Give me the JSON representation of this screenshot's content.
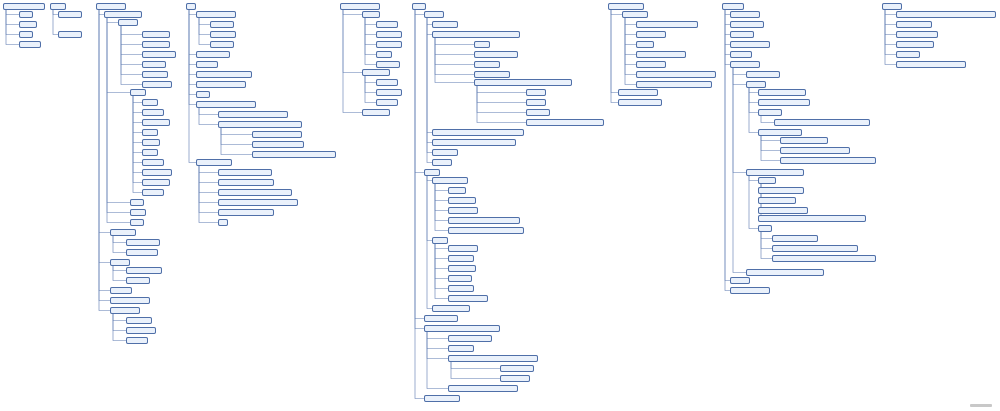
{
  "diagram": {
    "kind": "tree",
    "note": "unreadable",
    "node_style": {
      "fill": "#eaf1fb",
      "stroke": "#4f6fa8",
      "edge": "#5a78b0"
    },
    "nodes": [
      {
        "id": "a0",
        "label": "",
        "unreadable": true
      },
      {
        "id": "a1",
        "label": "",
        "unreadable": true
      },
      {
        "id": "a2",
        "label": "",
        "unreadable": true
      },
      {
        "id": "a3",
        "label": "",
        "unreadable": true
      },
      {
        "id": "a4",
        "label": "",
        "unreadable": true
      },
      {
        "id": "b0",
        "label": "",
        "unreadable": true
      },
      {
        "id": "b1",
        "label": "",
        "unreadable": true
      },
      {
        "id": "b2",
        "label": "",
        "unreadable": true
      },
      {
        "id": "c0",
        "label": "",
        "unreadable": true
      },
      {
        "id": "c1",
        "label": "",
        "unreadable": true
      },
      {
        "id": "c2",
        "label": "",
        "unreadable": true
      },
      {
        "id": "c3",
        "label": "",
        "unreadable": true
      },
      {
        "id": "c4",
        "label": "",
        "unreadable": true
      },
      {
        "id": "c5",
        "label": "",
        "unreadable": true
      },
      {
        "id": "c6",
        "label": "",
        "unreadable": true
      },
      {
        "id": "c7",
        "label": "",
        "unreadable": true
      },
      {
        "id": "c8",
        "label": "",
        "unreadable": true
      },
      {
        "id": "c9",
        "label": "",
        "unreadable": true
      },
      {
        "id": "c10",
        "label": "",
        "unreadable": true
      },
      {
        "id": "c11",
        "label": "",
        "unreadable": true
      },
      {
        "id": "c12",
        "label": "",
        "unreadable": true
      },
      {
        "id": "c13",
        "label": "",
        "unreadable": true
      },
      {
        "id": "c14",
        "label": "",
        "unreadable": true
      },
      {
        "id": "c15",
        "label": "",
        "unreadable": true
      },
      {
        "id": "c16",
        "label": "",
        "unreadable": true
      },
      {
        "id": "c17",
        "label": "",
        "unreadable": true
      },
      {
        "id": "c18",
        "label": "",
        "unreadable": true
      },
      {
        "id": "c19",
        "label": "",
        "unreadable": true
      },
      {
        "id": "c20",
        "label": "",
        "unreadable": true
      },
      {
        "id": "c21",
        "label": "",
        "unreadable": true
      },
      {
        "id": "c22",
        "label": "",
        "unreadable": true
      },
      {
        "id": "c23",
        "label": "",
        "unreadable": true
      },
      {
        "id": "c24",
        "label": "",
        "unreadable": true
      },
      {
        "id": "c25",
        "label": "",
        "unreadable": true
      },
      {
        "id": "c26",
        "label": "",
        "unreadable": true
      },
      {
        "id": "c27",
        "label": "",
        "unreadable": true
      },
      {
        "id": "c28",
        "label": "",
        "unreadable": true
      },
      {
        "id": "c29",
        "label": "",
        "unreadable": true
      },
      {
        "id": "c30",
        "label": "",
        "unreadable": true
      },
      {
        "id": "c31",
        "label": "",
        "unreadable": true
      },
      {
        "id": "c32",
        "label": "",
        "unreadable": true
      },
      {
        "id": "c33",
        "label": "",
        "unreadable": true
      },
      {
        "id": "c34",
        "label": "",
        "unreadable": true
      },
      {
        "id": "c35",
        "label": "",
        "unreadable": true
      },
      {
        "id": "c36",
        "label": "",
        "unreadable": true
      },
      {
        "id": "c37",
        "label": "",
        "unreadable": true
      },
      {
        "id": "c38",
        "label": "",
        "unreadable": true
      },
      {
        "id": "d0",
        "label": "",
        "unreadable": true
      },
      {
        "id": "d1",
        "label": "",
        "unreadable": true
      },
      {
        "id": "d2",
        "label": "",
        "unreadable": true
      },
      {
        "id": "d3",
        "label": "",
        "unreadable": true
      },
      {
        "id": "d4",
        "label": "",
        "unreadable": true
      },
      {
        "id": "d5",
        "label": "",
        "unreadable": true
      },
      {
        "id": "d6",
        "label": "",
        "unreadable": true
      },
      {
        "id": "d7",
        "label": "",
        "unreadable": true
      },
      {
        "id": "d8",
        "label": "",
        "unreadable": true
      },
      {
        "id": "d9",
        "label": "",
        "unreadable": true
      },
      {
        "id": "d10",
        "label": "",
        "unreadable": true
      },
      {
        "id": "d11",
        "label": "",
        "unreadable": true
      },
      {
        "id": "d12",
        "label": "",
        "unreadable": true
      },
      {
        "id": "d13",
        "label": "",
        "unreadable": true
      },
      {
        "id": "d14",
        "label": "",
        "unreadable": true
      },
      {
        "id": "d15",
        "label": "",
        "unreadable": true
      },
      {
        "id": "d16",
        "label": "",
        "unreadable": true
      },
      {
        "id": "d17",
        "label": "",
        "unreadable": true
      },
      {
        "id": "d18",
        "label": "",
        "unreadable": true
      },
      {
        "id": "d19",
        "label": "",
        "unreadable": true
      },
      {
        "id": "d20",
        "label": "",
        "unreadable": true
      },
      {
        "id": "d21",
        "label": "",
        "unreadable": true
      },
      {
        "id": "d22",
        "label": "",
        "unreadable": true
      },
      {
        "id": "e0",
        "label": "",
        "unreadable": true
      },
      {
        "id": "e1",
        "label": "",
        "unreadable": true
      },
      {
        "id": "e2",
        "label": "",
        "unreadable": true
      },
      {
        "id": "e3",
        "label": "",
        "unreadable": true
      },
      {
        "id": "e4",
        "label": "",
        "unreadable": true
      },
      {
        "id": "e5",
        "label": "",
        "unreadable": true
      },
      {
        "id": "e6",
        "label": "",
        "unreadable": true
      },
      {
        "id": "e7",
        "label": "",
        "unreadable": true
      },
      {
        "id": "e8",
        "label": "",
        "unreadable": true
      },
      {
        "id": "e9",
        "label": "",
        "unreadable": true
      },
      {
        "id": "e10",
        "label": "",
        "unreadable": true
      },
      {
        "id": "e11",
        "label": "",
        "unreadable": true
      },
      {
        "id": "e12",
        "label": "",
        "unreadable": true
      },
      {
        "id": "f0",
        "label": "",
        "unreadable": true
      },
      {
        "id": "f1",
        "label": "",
        "unreadable": true
      },
      {
        "id": "f2",
        "label": "",
        "unreadable": true
      },
      {
        "id": "f3",
        "label": "",
        "unreadable": true
      },
      {
        "id": "f4",
        "label": "",
        "unreadable": true
      },
      {
        "id": "f5",
        "label": "",
        "unreadable": true
      },
      {
        "id": "f6",
        "label": "",
        "unreadable": true
      },
      {
        "id": "f7",
        "label": "",
        "unreadable": true
      },
      {
        "id": "f8",
        "label": "",
        "unreadable": true
      },
      {
        "id": "f9",
        "label": "",
        "unreadable": true
      },
      {
        "id": "f10",
        "label": "",
        "unreadable": true
      },
      {
        "id": "f11",
        "label": "",
        "unreadable": true
      },
      {
        "id": "f12",
        "label": "",
        "unreadable": true
      },
      {
        "id": "f13",
        "label": "",
        "unreadable": true
      },
      {
        "id": "f14",
        "label": "",
        "unreadable": true
      },
      {
        "id": "f15",
        "label": "",
        "unreadable": true
      },
      {
        "id": "f16",
        "label": "",
        "unreadable": true
      },
      {
        "id": "f17",
        "label": "",
        "unreadable": true
      },
      {
        "id": "f18",
        "label": "",
        "unreadable": true
      },
      {
        "id": "f19",
        "label": "",
        "unreadable": true
      },
      {
        "id": "f20",
        "label": "",
        "unreadable": true
      },
      {
        "id": "f21",
        "label": "",
        "unreadable": true
      },
      {
        "id": "f22",
        "label": "",
        "unreadable": true
      },
      {
        "id": "f23",
        "label": "",
        "unreadable": true
      },
      {
        "id": "f24",
        "label": "",
        "unreadable": true
      },
      {
        "id": "f25",
        "label": "",
        "unreadable": true
      },
      {
        "id": "f26",
        "label": "",
        "unreadable": true
      },
      {
        "id": "f27",
        "label": "",
        "unreadable": true
      },
      {
        "id": "f28",
        "label": "",
        "unreadable": true
      },
      {
        "id": "f29",
        "label": "",
        "unreadable": true
      },
      {
        "id": "f30",
        "label": "",
        "unreadable": true
      },
      {
        "id": "f31",
        "label": "",
        "unreadable": true
      },
      {
        "id": "f32",
        "label": "",
        "unreadable": true
      },
      {
        "id": "f33",
        "label": "",
        "unreadable": true
      },
      {
        "id": "f34",
        "label": "",
        "unreadable": true
      },
      {
        "id": "f35",
        "label": "",
        "unreadable": true
      },
      {
        "id": "f36",
        "label": "",
        "unreadable": true
      },
      {
        "id": "f37",
        "label": "",
        "unreadable": true
      },
      {
        "id": "f38",
        "label": "",
        "unreadable": true
      },
      {
        "id": "f39",
        "label": "",
        "unreadable": true
      },
      {
        "id": "f40",
        "label": "",
        "unreadable": true
      },
      {
        "id": "f41",
        "label": "",
        "unreadable": true
      },
      {
        "id": "f42",
        "label": "",
        "unreadable": true
      },
      {
        "id": "f43",
        "label": "",
        "unreadable": true
      },
      {
        "id": "f44",
        "label": "",
        "unreadable": true
      },
      {
        "id": "f45",
        "label": "",
        "unreadable": true
      },
      {
        "id": "g0",
        "label": "",
        "unreadable": true
      },
      {
        "id": "g1",
        "label": "",
        "unreadable": true
      },
      {
        "id": "g2",
        "label": "",
        "unreadable": true
      },
      {
        "id": "g3",
        "label": "",
        "unreadable": true
      },
      {
        "id": "g4",
        "label": "",
        "unreadable": true
      },
      {
        "id": "g5",
        "label": "",
        "unreadable": true
      },
      {
        "id": "g6",
        "label": "",
        "unreadable": true
      },
      {
        "id": "g7",
        "label": "",
        "unreadable": true
      },
      {
        "id": "g8",
        "label": "",
        "unreadable": true
      },
      {
        "id": "g9",
        "label": "",
        "unreadable": true
      },
      {
        "id": "g10",
        "label": "",
        "unreadable": true
      },
      {
        "id": "g11",
        "label": "",
        "unreadable": true
      },
      {
        "id": "h0",
        "label": "",
        "unreadable": true
      },
      {
        "id": "h1",
        "label": "",
        "unreadable": true
      },
      {
        "id": "h2",
        "label": "",
        "unreadable": true
      },
      {
        "id": "h3",
        "label": "",
        "unreadable": true
      },
      {
        "id": "h4",
        "label": "",
        "unreadable": true
      },
      {
        "id": "h5",
        "label": "",
        "unreadable": true
      },
      {
        "id": "h6",
        "label": "",
        "unreadable": true
      },
      {
        "id": "h7",
        "label": "",
        "unreadable": true
      },
      {
        "id": "h8",
        "label": "",
        "unreadable": true
      },
      {
        "id": "h9",
        "label": "",
        "unreadable": true
      },
      {
        "id": "h10",
        "label": "",
        "unreadable": true
      },
      {
        "id": "h11",
        "label": "",
        "unreadable": true
      },
      {
        "id": "h12",
        "label": "",
        "unreadable": true
      },
      {
        "id": "h13",
        "label": "",
        "unreadable": true
      },
      {
        "id": "h14",
        "label": "",
        "unreadable": true
      },
      {
        "id": "h15",
        "label": "",
        "unreadable": true
      },
      {
        "id": "h16",
        "label": "",
        "unreadable": true
      },
      {
        "id": "h17",
        "label": "",
        "unreadable": true
      },
      {
        "id": "h18",
        "label": "",
        "unreadable": true
      },
      {
        "id": "h19",
        "label": "",
        "unreadable": true
      },
      {
        "id": "h20",
        "label": "",
        "unreadable": true
      },
      {
        "id": "h21",
        "label": "",
        "unreadable": true
      },
      {
        "id": "h22",
        "label": "",
        "unreadable": true
      },
      {
        "id": "h23",
        "label": "",
        "unreadable": true
      },
      {
        "id": "h24",
        "label": "",
        "unreadable": true
      },
      {
        "id": "h25",
        "label": "",
        "unreadable": true
      },
      {
        "id": "h26",
        "label": "",
        "unreadable": true
      },
      {
        "id": "h27",
        "label": "",
        "unreadable": true
      },
      {
        "id": "i0",
        "label": "",
        "unreadable": true
      },
      {
        "id": "i1",
        "label": "",
        "unreadable": true
      },
      {
        "id": "i2",
        "label": "",
        "unreadable": true
      },
      {
        "id": "i3",
        "label": "",
        "unreadable": true
      },
      {
        "id": "i4",
        "label": "",
        "unreadable": true
      },
      {
        "id": "i5",
        "label": "",
        "unreadable": true
      },
      {
        "id": "i6",
        "label": "",
        "unreadable": true
      }
    ]
  }
}
